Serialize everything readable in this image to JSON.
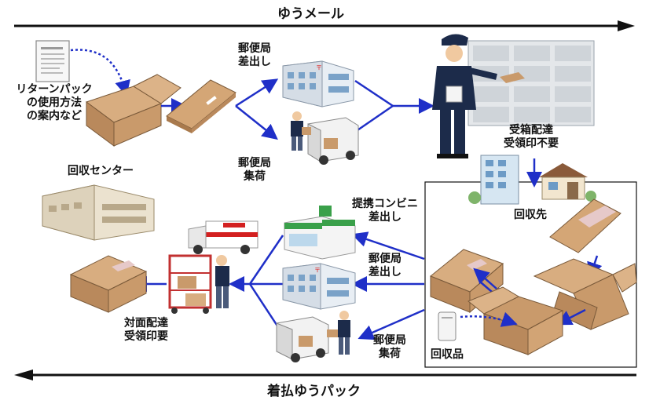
{
  "top_flow_label": "ゆうメール",
  "bottom_flow_label": "着払ゆうパック",
  "guide_label": [
    "リターンパック",
    "の使用方法",
    "の案内など"
  ],
  "post_office_drop_top": [
    "郵便局",
    "差出し"
  ],
  "post_office_pickup_top": [
    "郵便局",
    "集荷"
  ],
  "mailbox_delivery_label": [
    "受箱配達",
    "受領印不要"
  ],
  "collection_center_label": "回収センター",
  "recipient_label": "回収先",
  "convenience_store_label": [
    "提携コンビニ",
    "差出し"
  ],
  "post_office_drop_bottom": [
    "郵便局",
    "差出し"
  ],
  "post_office_pickup_bottom": [
    "郵便局",
    "集荷"
  ],
  "face_to_face_label": [
    "対面配達",
    "受領印要"
  ],
  "collected_items_label": "回収品",
  "colors": {
    "arrow_blue": "#1f2fc8",
    "black_arrow": "#111111",
    "box_brown": "#c99a6b"
  }
}
